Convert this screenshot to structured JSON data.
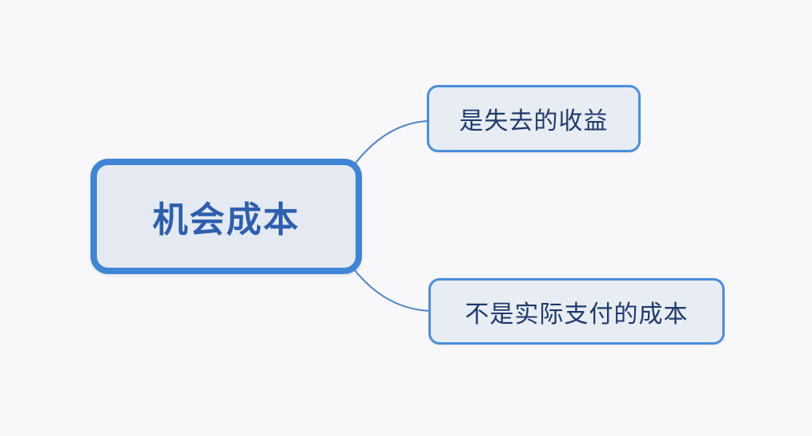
{
  "canvas": {
    "background_color": "#f8f7f9"
  },
  "mindmap": {
    "root": {
      "label": "机会成本",
      "fill_color": "#e5eaf2",
      "border_color": "#3f85d6",
      "text_color": "#2d5fae"
    },
    "children": [
      {
        "label": "是失去的收益",
        "fill_color": "#e8ecf3",
        "border_color": "#4a8fdd",
        "text_color": "#1e3a6c"
      },
      {
        "label": "不是实际支付的成本",
        "fill_color": "#e8ecf3",
        "border_color": "#4a8fdd",
        "text_color": "#1e3a6c"
      }
    ],
    "connector_color": "#4e86c6"
  }
}
